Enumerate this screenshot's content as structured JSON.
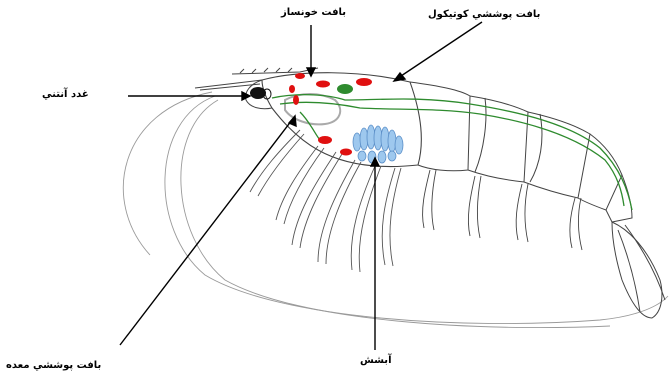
{
  "labels": {
    "hematopoietic": "بافت خونساز",
    "cuticular": "بافت پوششي كوتيكول",
    "antennal_gland": "غدد آنتني",
    "stomach_epithelium": "بافت پوششي معده",
    "gills": "آبشش"
  },
  "colors": {
    "outline": "#444444",
    "nerve": "#2e8b2e",
    "hematopoietic_tissue": "#e01010",
    "antennal_gland": "#111111",
    "gill": "#9ec8ee",
    "gill_stroke": "#5b8fc8",
    "organ": "#aaaaaa"
  }
}
